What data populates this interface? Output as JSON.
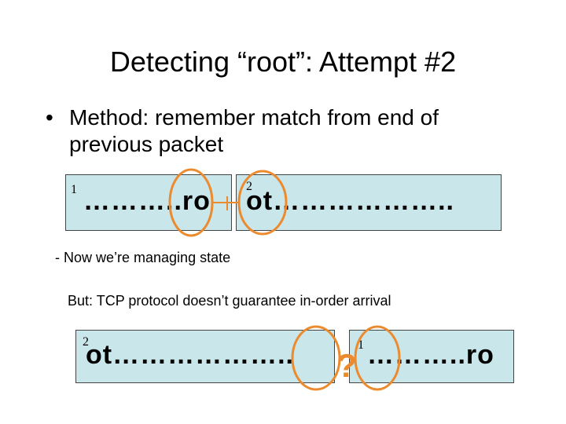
{
  "title": "Detecting “root”: Attempt #2",
  "bullet": {
    "symbol": "•",
    "text": "Method: remember match from end of previous packet"
  },
  "row1": {
    "left_packet": {
      "number": "1",
      "text": "………..ro"
    },
    "right_packet": {
      "number": "2",
      "text": "ot……………….."
    }
  },
  "note_state": "- Now we’re managing state",
  "note_tcp": "But: TCP protocol doesn’t guarantee in-order arrival",
  "row2": {
    "left_packet": {
      "number": "2",
      "text": "ot……………….."
    },
    "right_packet": {
      "number": "1",
      "text": "………..ro"
    },
    "connector_mark": "?"
  },
  "colors": {
    "packet_fill": "#c9e6ea",
    "highlight": "#ec8a2e"
  }
}
